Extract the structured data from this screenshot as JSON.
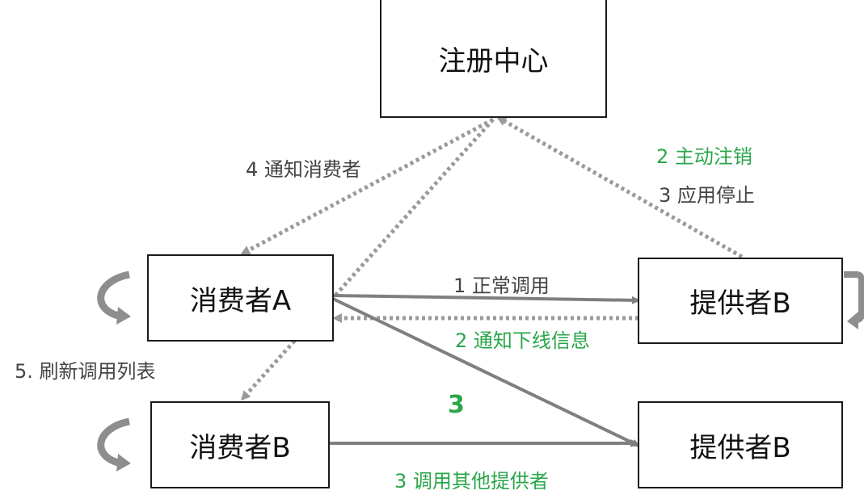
{
  "nodes": {
    "registry": "注册中心",
    "consumer_a": "消费者A",
    "consumer_b": "消费者B",
    "provider_b_top": "提供者B",
    "provider_b_bottom": "提供者B"
  },
  "labels": {
    "notify_consumer": "4 通知消费者",
    "active_unregister": "2 主动注销",
    "app_stop": "3 应用停止",
    "normal_call": "1 正常调用",
    "notify_offline": "2 通知下线信息",
    "refresh_list": "5. 刷新调用列表",
    "step_3": "3",
    "call_other_provider": "3 调用其他提供者"
  },
  "colors": {
    "box_border": "#1a1a1a",
    "solid_arrow": "#7f7f7f",
    "dotted_arrow": "#9a9a9a",
    "green_text": "#2aa64a",
    "gray_text": "#444444"
  }
}
